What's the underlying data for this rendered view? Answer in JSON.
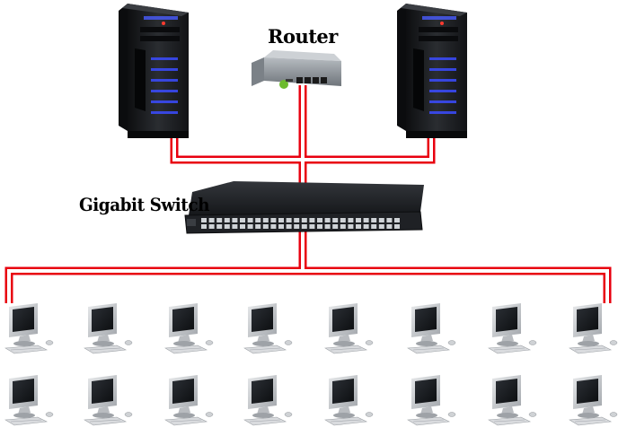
{
  "labels": {
    "router": "Router",
    "switch": "Gigabit Switch"
  },
  "colors": {
    "cable_outline": "#e8000f",
    "cable_fill": "#ffffff",
    "tower_body": "#1d1f22",
    "tower_led": "#4a5cff",
    "switch_body": "#1a1c1f",
    "router_body": "#8e9499",
    "monitor_frame": "#c9ccd0",
    "monitor_screen": "#15181c"
  },
  "devices": {
    "servers": [
      "server-left",
      "server-right"
    ],
    "router": "router",
    "switch": "gigabit-switch",
    "workstation_rows": 2,
    "workstations_per_row": 8
  }
}
